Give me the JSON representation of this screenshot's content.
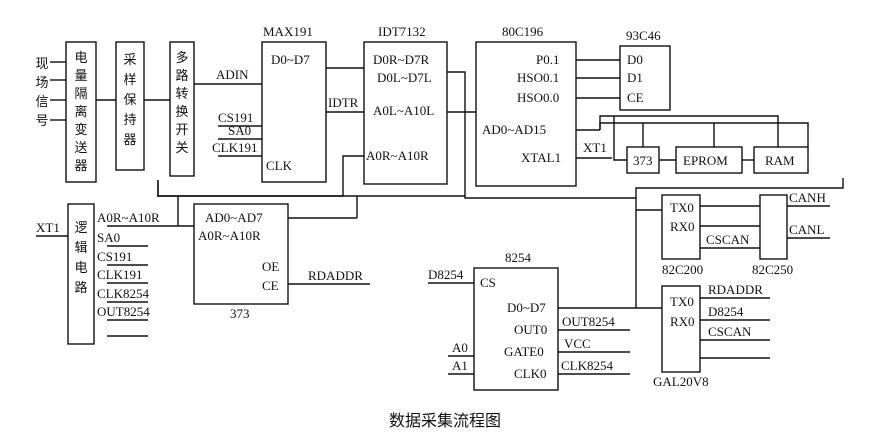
{
  "blocks": {
    "field_signal": [
      "现",
      "场",
      "信",
      "号"
    ],
    "isolation": [
      "电",
      "量",
      "隔",
      "离",
      "变",
      "送",
      "器"
    ],
    "sample_hold": [
      "采",
      "样",
      "保",
      "持",
      "器"
    ],
    "mux": [
      "多",
      "路",
      "转",
      "换",
      "开",
      "关"
    ],
    "logic": [
      "逻",
      "辑",
      "电",
      "路"
    ]
  },
  "max191": {
    "title": "MAX191",
    "adin": "ADIN",
    "d": "D0~D7",
    "cs": "CS191",
    "sa0": "SA0",
    "clk_in": "CLK191",
    "clk": "CLK"
  },
  "idt": {
    "title": "IDT7132",
    "d0r": "D0R~D7R",
    "d0l": "D0L~D7L",
    "a0l": "A0L~A10L",
    "idtr": "IDTR",
    "a0r": "A0R~A10R"
  },
  "mcu": {
    "title": "80C196",
    "p01": "P0.1",
    "hso01": "HSO0.1",
    "hso00": "HSO0.0",
    "ad": "AD0~AD15",
    "xtal": "XTAL1",
    "xt1": "XT1"
  },
  "eeprom": {
    "title": "93C46",
    "d0": "D0",
    "d1": "D1",
    "ce": "CE"
  },
  "bus": {
    "b373": "373",
    "eprom": "EPROM",
    "ram": "RAM"
  },
  "latch": {
    "ad": "AD0~AD7",
    "a": "A0R~A10R",
    "oe": "OE",
    "ce": "CE",
    "rd": "RDADDR",
    "name": "373"
  },
  "logic_pins": {
    "xt1": "XT1",
    "a0r": "A0R~A10R",
    "sa0": "SA0",
    "cs191": "CS191",
    "clk191": "CLK191",
    "clk8254": "CLK8254",
    "out8254": "OUT8254"
  },
  "can200": {
    "tx0": "TX0",
    "rx0": "RX0",
    "cscan": "CSCAN",
    "name": "82C200"
  },
  "can250": {
    "canh": "CANH",
    "canl": "CANL",
    "name": "82C250"
  },
  "timer": {
    "title": "8254",
    "d8254": "D8254",
    "cs": "CS",
    "d": "D0~D7",
    "out0": "OUT0",
    "gate0": "GATE0",
    "clk0": "CLK0",
    "a0": "A0",
    "a1": "A1",
    "out8254": "OUT8254",
    "vcc": "VCC",
    "clk8254": "CLK8254"
  },
  "gal": {
    "tx0": "TX0",
    "rx0": "RX0",
    "rdaddr": "RDADDR",
    "d8254": "D8254",
    "cscan": "CSCAN",
    "name": "GAL20V8"
  },
  "caption": "数据采集流程图"
}
